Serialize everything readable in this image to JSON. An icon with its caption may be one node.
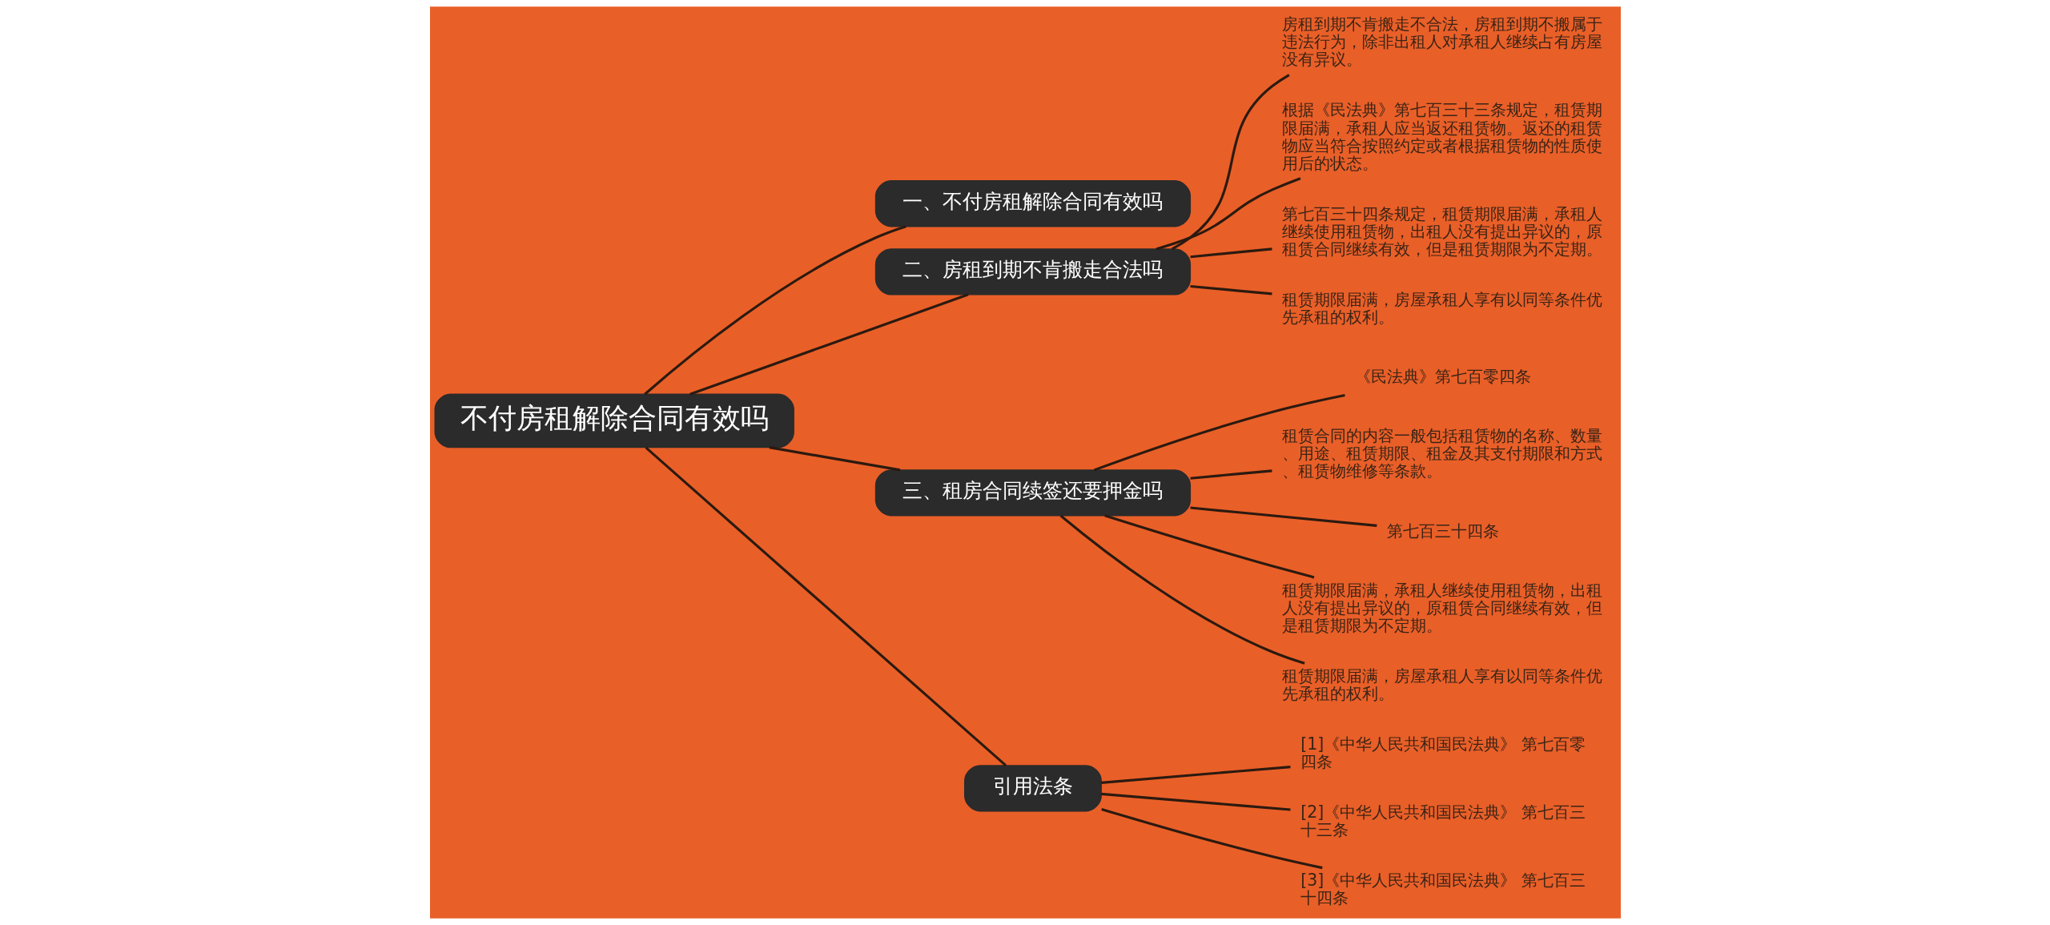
{
  "diagram": {
    "nodes": [
      {
        "text": [
          "不付房租解除合同有效吗"
        ]
      },
      {
        "text": [
          "一、不付房租解除合同有效吗"
        ]
      },
      {
        "text": [
          "二、房租到期不肯搬走合法吗"
        ]
      },
      {
        "text": [
          "房租到期不肯搬走不合法，房租到期不搬属于违法行为，除非出租人对承租人继续占有房屋没有异议。"
        ]
      },
      {
        "text": [
          "根据《民法典》第七百三十三条规定，租赁期限届满，承租人应当返还租赁物。返还的租赁物应当符合按照约定或者根据租赁物的性质使用后的状态。"
        ]
      },
      {
        "text": [
          "第七百三十四条规定，租赁期限届满，承租人继续使用租赁物，出租人没有提出异议的，原租赁合同继续有效，但是租赁期限为不定期。"
        ]
      },
      {
        "text": [
          "租赁期限届满，房屋承租人享有以同等条件优先承租的权利。"
        ]
      },
      {
        "text": [
          "三、租房合同续签还要押金吗"
        ]
      },
      {
        "text": [
          "《民法典》第七百零四条"
        ]
      },
      {
        "text": [
          "租赁合同的内容一般包括租赁物的名称、数量、用途、租赁期限、租金及其支付期限和方式、租赁物维修等条款。"
        ]
      },
      {
        "text": [
          "第七百三十四条"
        ]
      },
      {
        "text": [
          "租赁期限届满，承租人继续使用租赁物，出租人没有提出异议的，原租赁合同继续有效，但是租赁期限为不定期。"
        ]
      },
      {
        "text": [
          "租赁期限届满，房屋承租人享有以同等条件优先承租的权利。"
        ]
      },
      {
        "text": [
          "引用法条"
        ]
      },
      {
        "text": [
          "[1]《中华人民共和国民法典》 第七百零四条"
        ]
      },
      {
        "text": [
          "[2]《中华人民共和国民法典》 第七百三十三条"
        ]
      },
      {
        "text": [
          "[3]《中华人民共和国民法典》 第七百三十四条"
        ]
      }
    ],
    "edges": [
      {
        "from": 0,
        "to": 1,
        "arrow": "none"
      },
      {
        "from": 0,
        "to": 2,
        "arrow": "none"
      },
      {
        "from": 2,
        "to": 3,
        "arrow": "none"
      },
      {
        "from": 2,
        "to": 4,
        "arrow": "none"
      },
      {
        "from": 2,
        "to": 5,
        "arrow": "none"
      },
      {
        "from": 2,
        "to": 6,
        "arrow": "none"
      },
      {
        "from": 0,
        "to": 7,
        "arrow": "none"
      },
      {
        "from": 7,
        "to": 8,
        "arrow": "none"
      },
      {
        "from": 7,
        "to": 9,
        "arrow": "none"
      },
      {
        "from": 7,
        "to": 10,
        "arrow": "none"
      },
      {
        "from": 7,
        "to": 11,
        "arrow": "none"
      },
      {
        "from": 7,
        "to": 12,
        "arrow": "none"
      },
      {
        "from": 0,
        "to": 13,
        "arrow": "none"
      },
      {
        "from": 13,
        "to": 14,
        "arrow": "none"
      },
      {
        "from": 13,
        "to": 15,
        "arrow": "none"
      },
      {
        "from": 13,
        "to": 16,
        "arrow": "none"
      }
    ]
  }
}
